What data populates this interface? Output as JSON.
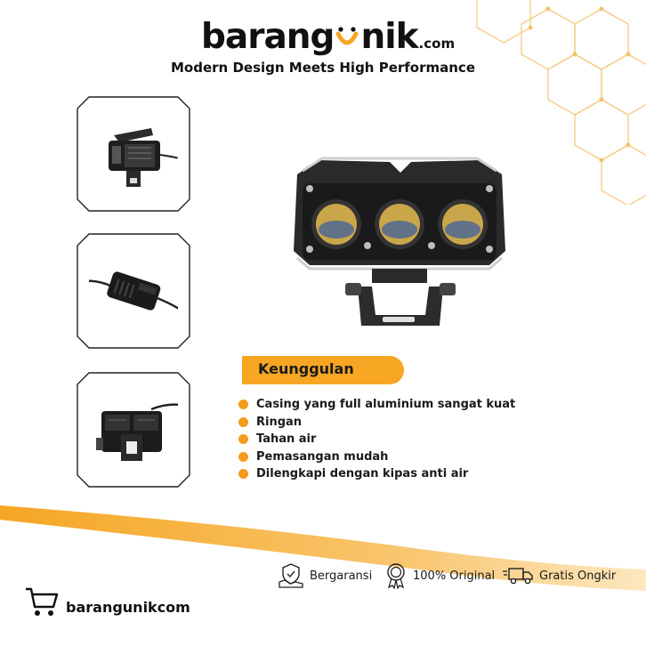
{
  "brand": {
    "name_part1": "barang",
    "name_part2": "nik",
    "dotcom": ".com",
    "tagline": "Modern Design Meets High Performance"
  },
  "colors": {
    "accent": "#f6a623",
    "bullet": "#f59a1b",
    "dark": "#1a1a1a",
    "hex_lines": "#f3c36a"
  },
  "thumbnails": [
    {
      "icon": "lamp-side-view-icon"
    },
    {
      "icon": "driver-module-icon"
    },
    {
      "icon": "lamp-rear-bracket-icon"
    }
  ],
  "features": {
    "title": "Keunggulan",
    "items": [
      "Casing yang full aluminium sangat kuat",
      "Ringan",
      "Tahan air",
      "Pemasangan mudah",
      "Dilengkapi dengan kipas anti air"
    ]
  },
  "badges": [
    {
      "label": "Bergaransi",
      "icon": "handshake-shield-icon"
    },
    {
      "label": "100% Original",
      "icon": "award-rosette-icon"
    },
    {
      "label": "Gratis Ongkir",
      "icon": "delivery-truck-icon"
    }
  ],
  "footer": {
    "site": "barangunikcom",
    "icon": "shopping-cart-icon"
  }
}
